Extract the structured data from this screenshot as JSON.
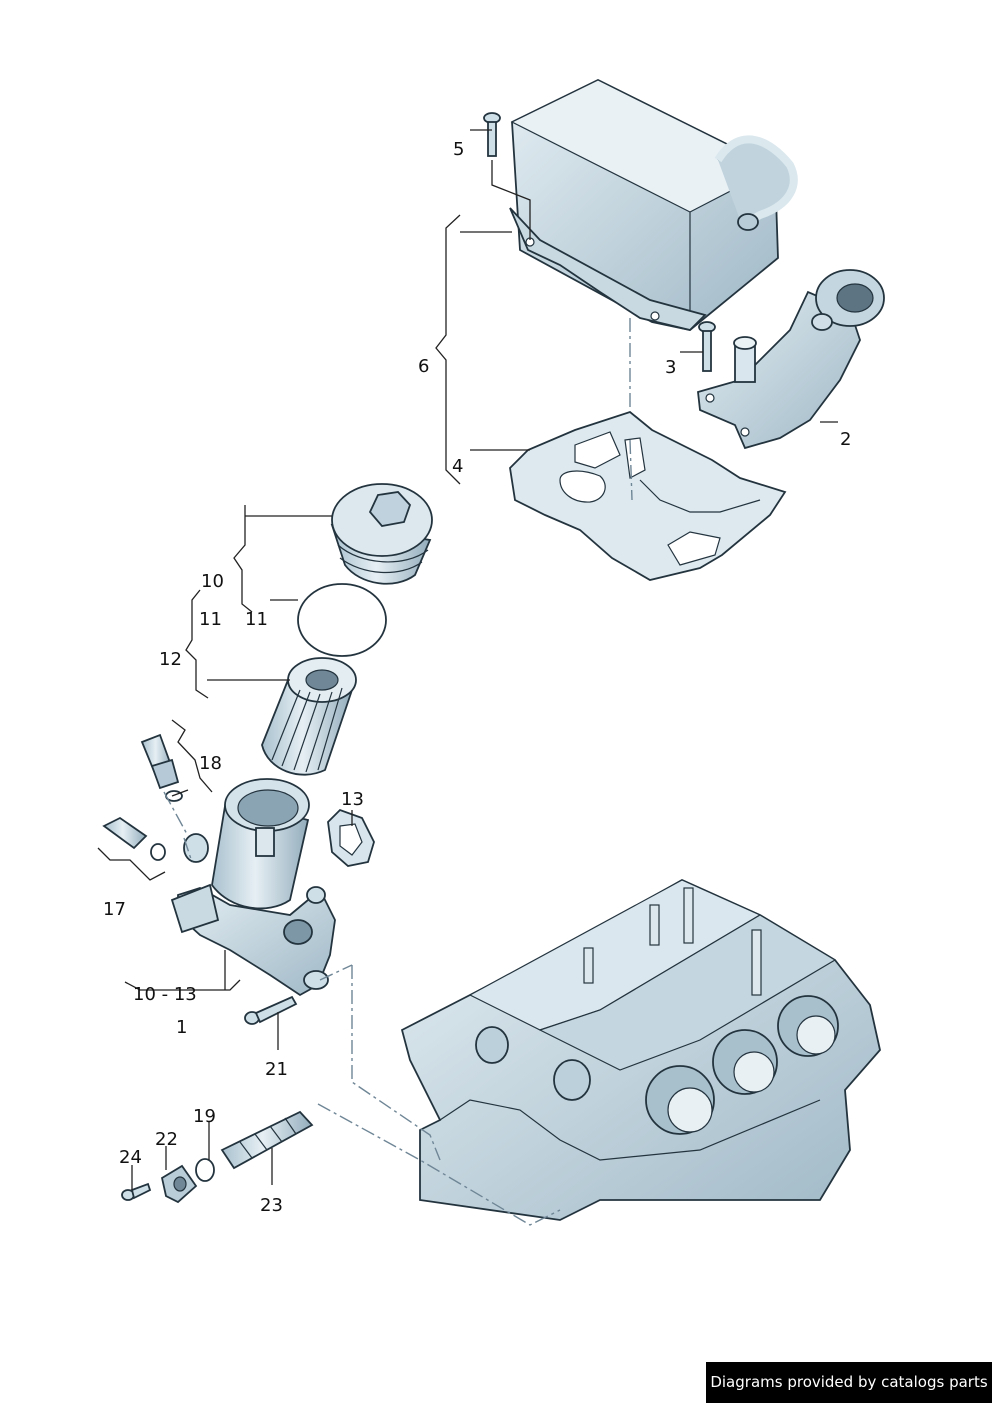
{
  "labels": {
    "l1": "1",
    "l2": "2",
    "l3": "3",
    "l4": "4",
    "l5": "5",
    "l6": "6",
    "l10": "10",
    "l11a": "11",
    "l11b": "11",
    "l12": "12",
    "l13": "13",
    "l17": "17",
    "l18": "18",
    "l19": "19",
    "l21": "21",
    "l22": "22",
    "l23": "23",
    "l24": "24",
    "l1013": "10 - 13"
  },
  "credit": "Diagrams provided by catalogs parts",
  "colors": {
    "part_fill": "#cfdfe8",
    "part_shade": "#a9c1ce",
    "outline": "#24343f",
    "credit_bg": "#000000",
    "credit_text": "#ffffff"
  }
}
